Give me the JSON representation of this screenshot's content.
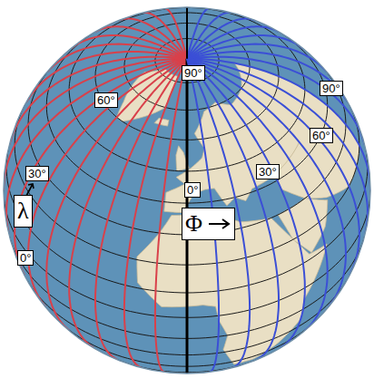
{
  "diagram": {
    "nodes": [
      {
        "text": [
          "90°"
        ]
      },
      {
        "text": [
          "60°"
        ]
      },
      {
        "text": [
          "90°"
        ]
      },
      {
        "text": [
          "60°"
        ]
      },
      {
        "text": [
          "30°"
        ]
      },
      {
        "text": [
          "30°"
        ]
      },
      {
        "text": [
          "0°"
        ]
      },
      {
        "text": [
          "λ"
        ]
      },
      {
        "text": [
          "Φ"
        ]
      },
      {
        "text": [
          "0°"
        ]
      }
    ]
  }
}
